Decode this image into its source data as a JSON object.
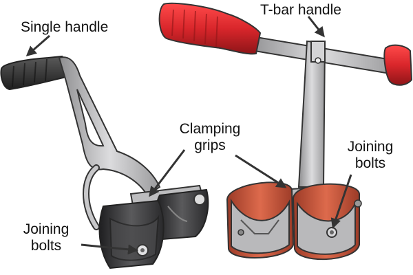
{
  "labels": {
    "single_handle": "Single handle",
    "t_bar_handle": "T-bar handle",
    "clamping_grips_line1": "Clamping",
    "clamping_grips_line2": "grips",
    "joining_bolts_left_line1": "Joining",
    "joining_bolts_left_line2": "bolts",
    "joining_bolts_right_line1": "Joining",
    "joining_bolts_right_line2": "bolts"
  },
  "colors": {
    "t_bar_grip": "#d9262b",
    "single_grip": "#3a3a3a",
    "frame_metal": "#c4c4c6",
    "roller_dark": "#3b3b3d",
    "roller_red": "#cf5a3e",
    "arrow": "#333333"
  }
}
